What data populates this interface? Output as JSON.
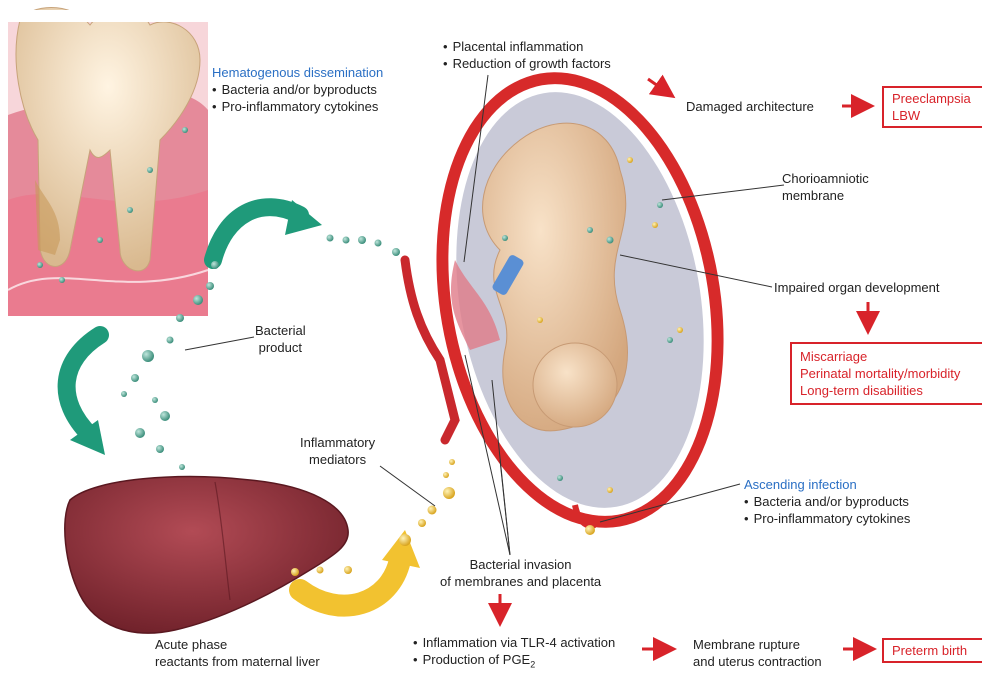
{
  "colors": {
    "red": "#d8232a",
    "blue": "#2a6fc4",
    "teal_arrow": "#1f9a7a",
    "yellow_arrow": "#f2c230",
    "liver": "#9a3a42",
    "uterus": "#d72a2a",
    "fetus": "#e9c9a8"
  },
  "labels": {
    "hematogenous": {
      "title": "Hematogenous dissemination",
      "items": [
        "Bacteria and/or byproducts",
        "Pro-inflammatory cytokines"
      ]
    },
    "placental": {
      "items": [
        "Placental inflammation",
        "Reduction of growth factors"
      ]
    },
    "damaged_architecture": "Damaged architecture",
    "outcome_top": [
      "Preeclampsia",
      "LBW"
    ],
    "chorioamniotic": [
      "Chorioamniotic",
      "membrane"
    ],
    "impaired_organ": "Impaired organ development",
    "outcome_mid": [
      "Miscarriage",
      "Perinatal mortality/morbidity",
      "Long-term disabilities"
    ],
    "bacterial_product": [
      "Bacterial",
      "product"
    ],
    "inflammatory_mediators": [
      "Inflammatory",
      "mediators"
    ],
    "ascending": {
      "title": "Ascending infection",
      "items": [
        "Bacteria and/or byproducts",
        "Pro-inflammatory cytokines"
      ]
    },
    "bacterial_invasion": [
      "Bacterial invasion",
      "of membranes and placenta"
    ],
    "liver_caption": [
      "Acute phase",
      "reactants from maternal liver"
    ],
    "bottom_bullets": {
      "item1": "Inflammation via TLR-4 activation",
      "item2_prefix": "Production of PGE",
      "item2_sub": "2"
    },
    "membrane_rupture": [
      "Membrane rupture",
      "and uterus contraction"
    ],
    "outcome_bottom": "Preterm birth"
  },
  "icons": [
    "tooth-illustration",
    "liver-illustration",
    "uterus-fetus-illustration",
    "teal-curved-arrow",
    "yellow-curved-arrow",
    "red-arrow"
  ]
}
